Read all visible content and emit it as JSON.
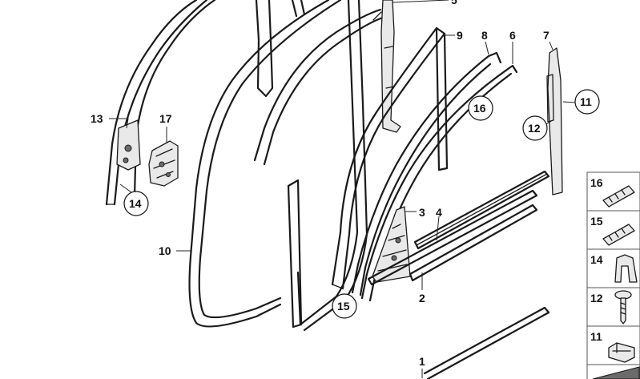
{
  "callouts": {
    "c1": "1",
    "c2": "2",
    "c3": "3",
    "c4": "4",
    "c5": "5",
    "c6": "6",
    "c7": "7",
    "c8": "8",
    "c9": "9",
    "c10": "10",
    "c11": "11",
    "c12": "12",
    "c13": "13",
    "c14": "14",
    "c15": "15",
    "c16": "16",
    "c17": "17"
  },
  "legend": [
    {
      "label": "16",
      "icon": "clip-icon"
    },
    {
      "label": "15",
      "icon": "clip-icon"
    },
    {
      "label": "14",
      "icon": "bracket-icon"
    },
    {
      "label": "12",
      "icon": "screw-icon"
    },
    {
      "label": "11",
      "icon": "nut-clip-icon"
    },
    {
      "label": "",
      "icon": "wedge-icon"
    }
  ]
}
